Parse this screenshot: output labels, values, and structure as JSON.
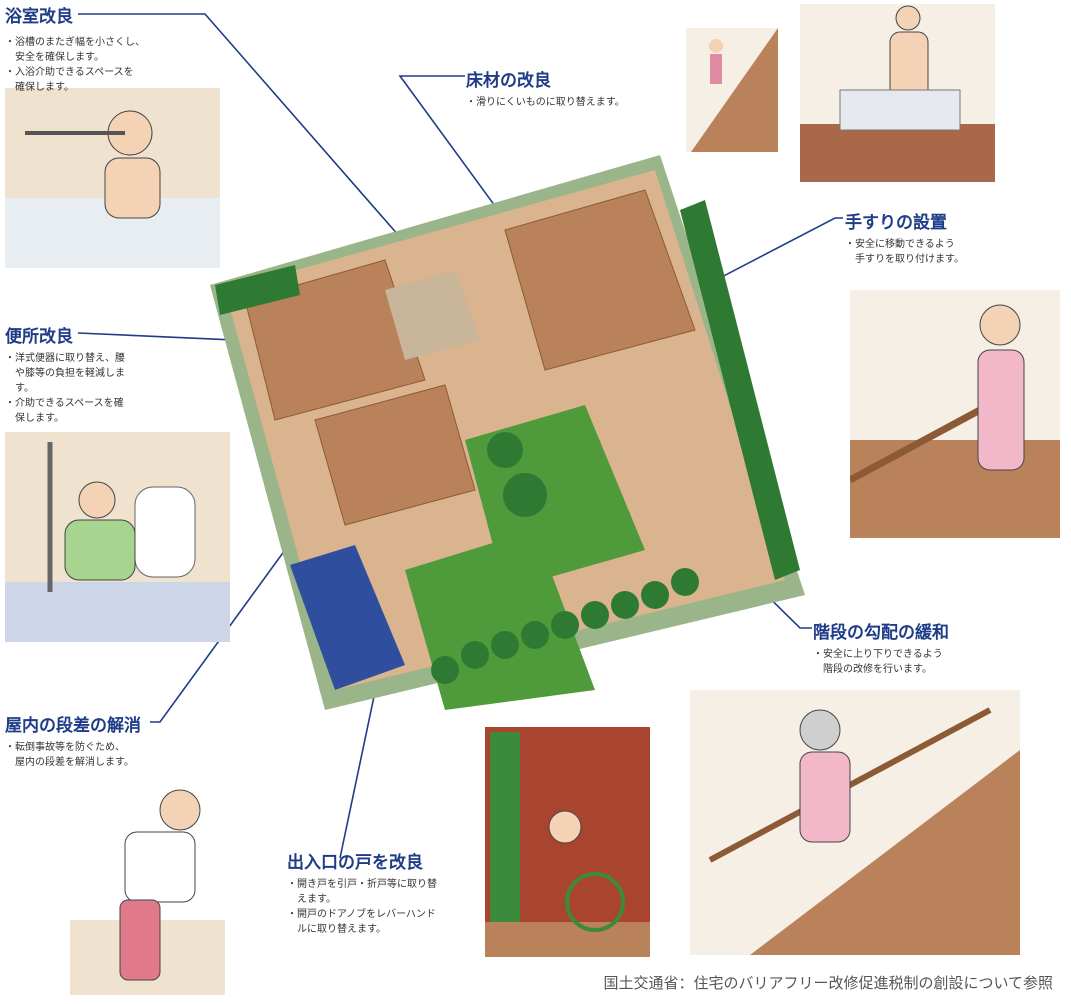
{
  "sections": {
    "bath": {
      "title": "浴室改良",
      "lines": [
        "・浴槽のまたぎ幅を小さくし、",
        "　安全を確保します。",
        "・入浴介助できるスペースを",
        "　確保します。"
      ]
    },
    "floor": {
      "title": "床材の改良",
      "lines": [
        "・滑りにくいものに取り替えます。"
      ]
    },
    "handrail": {
      "title": "手すりの設置",
      "lines": [
        "・安全に移動できるよう",
        "　手すりを取り付けます。"
      ]
    },
    "toilet": {
      "title": "便所改良",
      "lines": [
        "・洋式便器に取り替え、腰",
        "　や膝等の負担を軽減しま",
        "　す。",
        "・介助できるスペースを確",
        "　保します。"
      ]
    },
    "stairs": {
      "title": "階段の勾配の緩和",
      "lines": [
        "・安全に上り下りできるよう",
        "　階段の改修を行います。"
      ]
    },
    "step": {
      "title": "屋内の段差の解消",
      "lines": [
        "・転倒事故等を防ぐため、",
        "　屋内の段差を解消します。"
      ]
    },
    "door": {
      "title": "出入口の戸を改良",
      "lines": [
        "・開き戸を引戸・折戸等に取り替",
        "　えます。",
        "・開戸のドアノブをレバーハンド",
        "　ルに取り替えます。"
      ]
    }
  },
  "footer": "国土交通省：住宅のバリアフリー改修促進税制の創設について参照",
  "colors": {
    "accent": "#1f3c88",
    "wall": "#c8a27a",
    "floor": "#b9825a",
    "lawn": "#4f9a3a",
    "hedge": "#2f7a33"
  },
  "icons": [
    "bath-illustration",
    "stairs-top-illustration",
    "shower-illustration",
    "toilet-illustration",
    "handrail-illustration",
    "step-illustration",
    "door-wheelchair-illustration",
    "stairs-descending-illustration",
    "house-isometric-illustration"
  ]
}
